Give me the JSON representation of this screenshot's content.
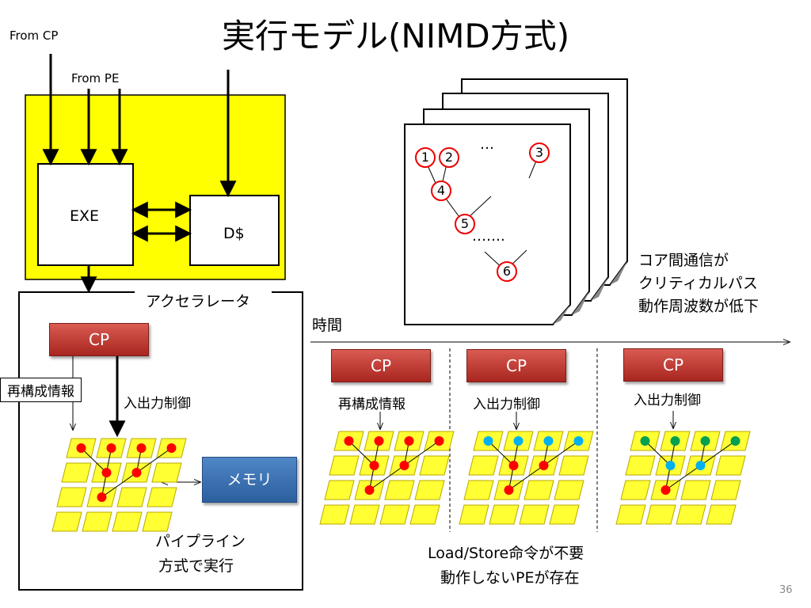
{
  "slide": {
    "title": "実行モデル(NIMD方式)",
    "page_number": "36"
  },
  "processor": {
    "from_cp": "From   CP",
    "from_pe": "From   PE",
    "exe": "EXE",
    "dcache": "D$"
  },
  "accelerator": {
    "label": "アクセラレータ",
    "cp": "CP",
    "reconfig_info": "再構成情報",
    "io_control": "入出力制御",
    "memory": "メモリ",
    "pipeline_line1": "パイプライン",
    "pipeline_line2": "方式で実行"
  },
  "dataflow": {
    "nodes": [
      "1",
      "2",
      "3",
      "4",
      "5",
      "6"
    ],
    "ellipsis_top": "…",
    "ellipsis_bottom": "…….",
    "note_line1": "コア間通信が",
    "note_line2": "クリティカルパス",
    "note_line3": "動作周波数が低下"
  },
  "timeline": {
    "time_label": "時間",
    "stages": [
      {
        "cp": "CP",
        "label": "再構成情報"
      },
      {
        "cp": "CP",
        "label": "入出力制御"
      },
      {
        "cp": "CP",
        "label": "入出力制御"
      }
    ],
    "bottom_line1": "Load/Store命令が不要",
    "bottom_line2": "動作しないPEが存在"
  },
  "colors": {
    "yellow": "#ffff00",
    "pe_yellow": "#ffff33",
    "red_node": "#ff0000",
    "cyan_node": "#00b0f0",
    "green_node": "#00a050",
    "cp_red": "#c0392b",
    "memory_blue": "#3a6fb0"
  }
}
